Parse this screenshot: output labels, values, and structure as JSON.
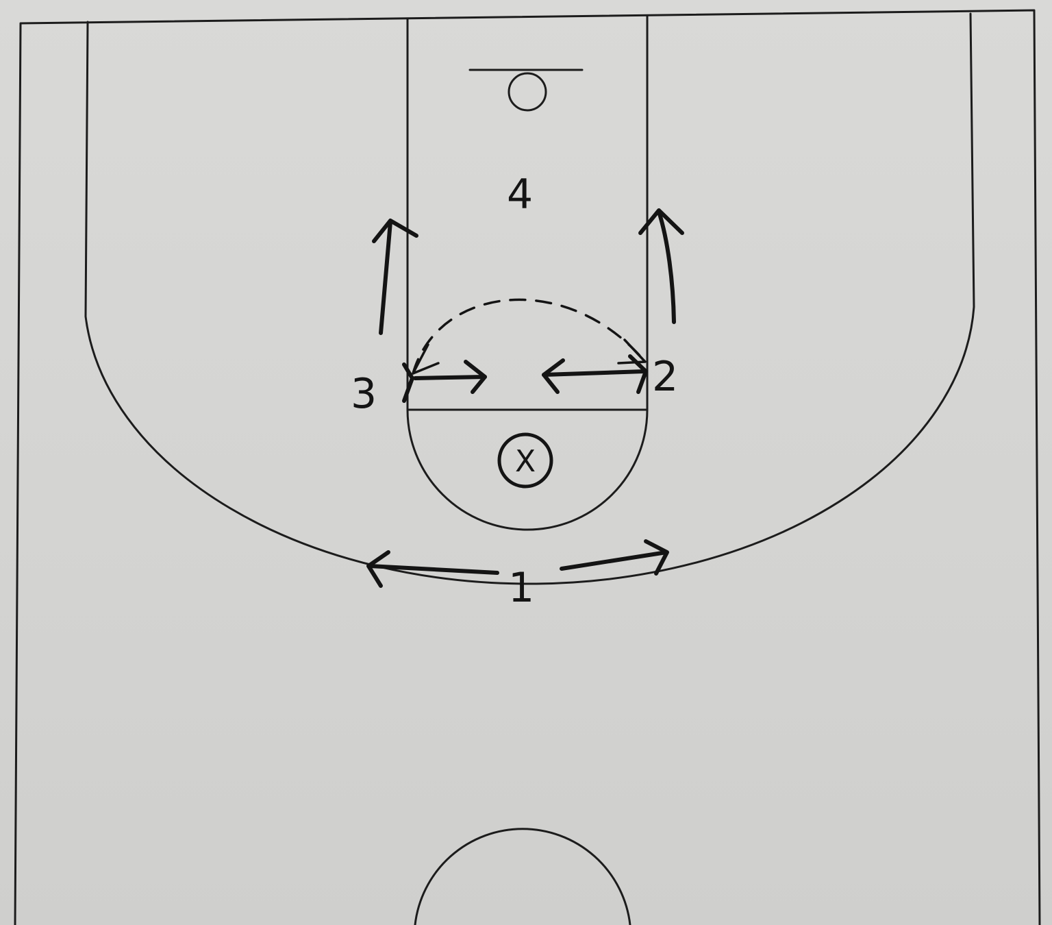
{
  "diagram": {
    "players": {
      "p1": "1",
      "p2": "2",
      "p3": "3",
      "p4": "4"
    },
    "defender": "X",
    "line_color": "#1c1c1c",
    "ink_color": "#141414",
    "paper_color": "#d6d6d4"
  }
}
